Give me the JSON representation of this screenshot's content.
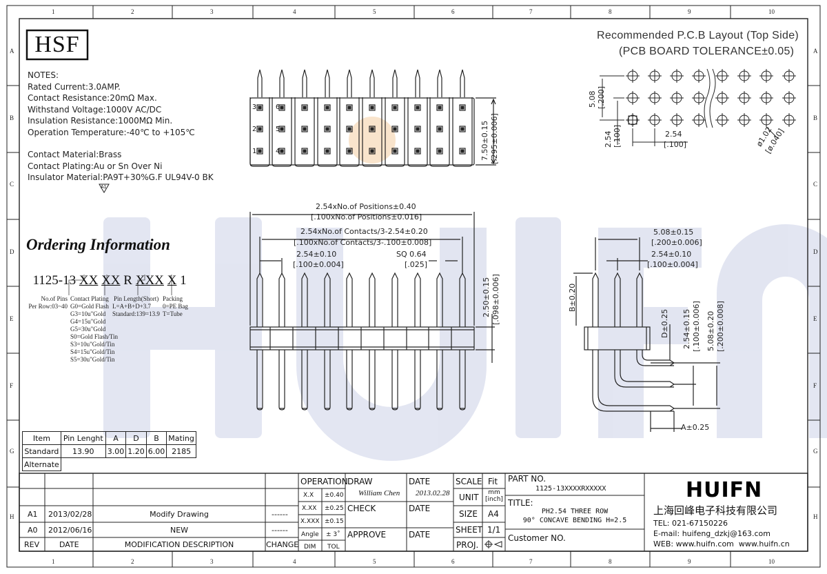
{
  "frame": {
    "col_labels": [
      "1",
      "2",
      "3",
      "4",
      "5",
      "6",
      "7",
      "8",
      "9",
      "10"
    ],
    "row_labels": [
      "A",
      "B",
      "C",
      "D",
      "E",
      "F",
      "G",
      "H"
    ]
  },
  "logo_box": "HSF",
  "watermark": "HUIFN",
  "notes": {
    "header": "NOTES:",
    "lines": [
      "Rated Current:3.0AMP.",
      "Contact Resistance:20mΩ Max.",
      "Withstand Voltage:1000V AC/DC",
      "Insulation Resistance:1000MΩ Min.",
      "Operation Temperature:-40℃ to +105℃",
      "",
      "Contact Material:Brass",
      "Contact Plating:Au or Sn Over Ni",
      "Insulator Material:PA9T+30%G.F UL94V-0 BK"
    ],
    "warning_mark": "A1"
  },
  "ordering": {
    "title": "Ordering Information",
    "code_parts": [
      "1125-13 ",
      "XX",
      " ",
      "XX",
      " R ",
      "XXX",
      " ",
      "X",
      " 1"
    ],
    "no_of_pins": [
      "No.of Pins",
      "Per Row:03~40"
    ],
    "contact_plating": [
      "Contact Plating",
      "G0=Gold Flash",
      "G3=10u\"Gold",
      "G4=15u\"Gold",
      "G5=30u\"Gold",
      "S0=Gold Flash/Tin",
      "S3=10u\"Gold/Tin",
      "S4=15u\"Gold/Tin",
      "S5=30u\"Gold/Tin"
    ],
    "pin_length": [
      "Pin Length(Short)",
      "L=A+B+D+3.7",
      "Standard:139=13.9"
    ],
    "packing": [
      "Packing",
      "0=PE Bag",
      "T=Tube"
    ]
  },
  "spec_table": {
    "header": [
      "Item",
      "Pin Lenght",
      "A",
      "D",
      "B",
      "Mating"
    ],
    "rows": [
      [
        "Standard",
        "13.90",
        "3.00",
        "1.20",
        "6.00",
        "2185"
      ],
      [
        "Alternate",
        "",
        "",
        "",
        "",
        ""
      ]
    ]
  },
  "pcb_layout": {
    "title_1": "Recommended P.C.B Layout (Top Side)",
    "title_2": "(PCB BOARD TOLERANCE±0.05)",
    "dim_508": "5.08",
    "dim_508_in": "[.200]",
    "dim_254_v": "2.54",
    "dim_254_v_in": "[.100]",
    "dim_254_h": "2.54",
    "dim_254_h_in": "[.100]",
    "hole": "ø1.02",
    "hole_in": "[ø.040]"
  },
  "top_view": {
    "pin_labels": [
      "3",
      "6",
      "2",
      "5",
      "1",
      "4"
    ],
    "dim_height": "7.50±0.15",
    "dim_height_in": "[.295±0.006]"
  },
  "front_view": {
    "positions": "2.54xNo.of Positions±0.40",
    "positions_in": "[.100xNo.of Positions±0.016]",
    "contacts": "2.54xNo.of Contacts/3-2.54±0.20",
    "contacts_in": "[.100xNo.of Contacts/3-.100±0.008]",
    "pitch": "2.54±0.10",
    "pitch_in": "[.100±0.004]",
    "sq": "SQ 0.64",
    "sq_in": "[.025]",
    "height": "2.50±0.15",
    "height_in": "[.098±0.006]"
  },
  "side_view": {
    "row_span": "5.08±0.15",
    "row_span_in": "[.200±0.006]",
    "pitch": "2.54±0.10",
    "pitch_in": "[.100±0.004]",
    "b_dim": "B±0.20",
    "d_dim": "D±0.25",
    "d_254": "2.54±0.15",
    "d_254_in": "[.100±0.006]",
    "d_508": "5.08±0.20",
    "d_508_in": "[.200±0.008]",
    "a_dim": "A±0.25"
  },
  "revisions": {
    "rows": [
      {
        "rev": "A1",
        "date": "2013/02/28",
        "desc": "Modify Drawing",
        "change": "------"
      },
      {
        "rev": "A0",
        "date": "2012/06/16",
        "desc": "NEW",
        "change": "------"
      }
    ],
    "header": {
      "rev": "REV",
      "date": "DATE",
      "desc": "MODIFICATION DESCRIPTION",
      "change": "CHANGE"
    }
  },
  "title_block": {
    "operation": "OPERATION",
    "tol": [
      [
        "X.X",
        "±0.40"
      ],
      [
        "X.XX",
        "±0.25"
      ],
      [
        "X.XXX",
        "±0.15"
      ],
      [
        "Angle",
        "± 3˚"
      ]
    ],
    "dim": "DIM",
    "tol_label": "TOL",
    "draw": "DRAW",
    "draw_name": "William Chen",
    "date_label": "DATE",
    "draw_date": "2013.02.28",
    "check": "CHECK",
    "approve": "APPROVE",
    "scale": "SCALE",
    "scale_val": "Fit",
    "unit": "UNIT",
    "unit_val": "mm\n[inch]",
    "size": "SIZE",
    "size_val": "A4",
    "sheet": "SHEET",
    "sheet_val": "1/1",
    "proj": "PROJ.",
    "part_no_label": "PART NO.",
    "part_no": "1125-13XXXXRXXXXX",
    "title_label": "TITLE:",
    "title_1": "PH2.54 THREE ROW",
    "title_2": "90° CONCAVE BENDING H=2.5",
    "customer": "Customer NO."
  },
  "company": {
    "logo": "HUIFN",
    "name": "上海回峰电子科技有限公司",
    "tel": "TEL: 021-67150226",
    "email": "E-mail: huifeng_dzkj@163.com",
    "web": "WEB: www.huifn.com  www.huifn.cn"
  }
}
